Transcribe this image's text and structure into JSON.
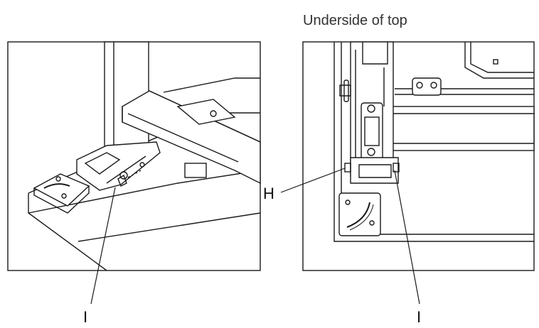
{
  "right_panel": {
    "caption": "Underside of top"
  },
  "callouts": {
    "left_i": "I",
    "right_h": "H",
    "right_i": "I"
  },
  "colors": {
    "line": "#1a1a1a",
    "background": "#ffffff",
    "caption": "#333333"
  }
}
